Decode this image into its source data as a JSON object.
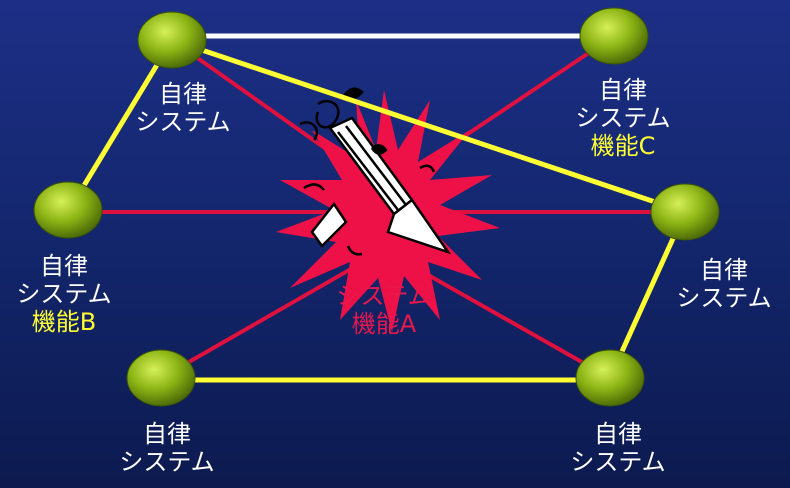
{
  "diagram": {
    "node_label": "自律\nシステム",
    "nodes": [
      {
        "id": "top-left",
        "line1": "自律",
        "line2": "システム",
        "function": ""
      },
      {
        "id": "top-right",
        "line1": "自律",
        "line2": "システム",
        "function": "機能C"
      },
      {
        "id": "mid-left",
        "line1": "自律",
        "line2": "システム",
        "function": "機能B"
      },
      {
        "id": "mid-right",
        "line1": "自律",
        "line2": "システム",
        "function": ""
      },
      {
        "id": "bottom-left",
        "line1": "自律",
        "line2": "システム",
        "function": ""
      },
      {
        "id": "bottom-right",
        "line1": "自律",
        "line2": "システム",
        "function": ""
      }
    ],
    "center": {
      "line1": "システム",
      "line2": "機能A"
    },
    "colors": {
      "background": "#1a2c80",
      "node_fill": "#8cb414",
      "link_white": "#ffffff",
      "link_yellow": "#ffff33",
      "link_red": "#e0103f",
      "center_burst": "#ee1148",
      "center_label": "#e8184c",
      "function_label": "#ffff33"
    },
    "icons": {
      "center": "broken-missile-explosion-icon"
    }
  }
}
